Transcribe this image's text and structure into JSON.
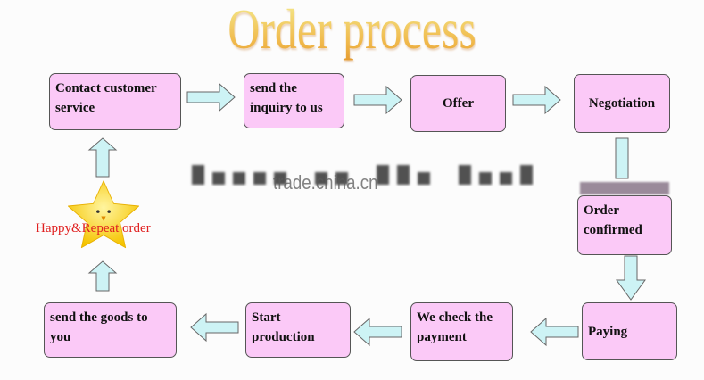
{
  "title": "Order process",
  "steps": [
    "Contact customer service",
    "send the inquiry to us",
    "Offer",
    "Negotiation",
    "Order confirmed",
    "Paying",
    "We check the payment",
    "Start production",
    "send the goods to you"
  ],
  "happy_label": "Happy&Repeat order",
  "watermark": "trade.china.cn",
  "colors": {
    "box": "#fbc9f7",
    "arrow": "#cdf3f5",
    "happy": "#e02020"
  }
}
